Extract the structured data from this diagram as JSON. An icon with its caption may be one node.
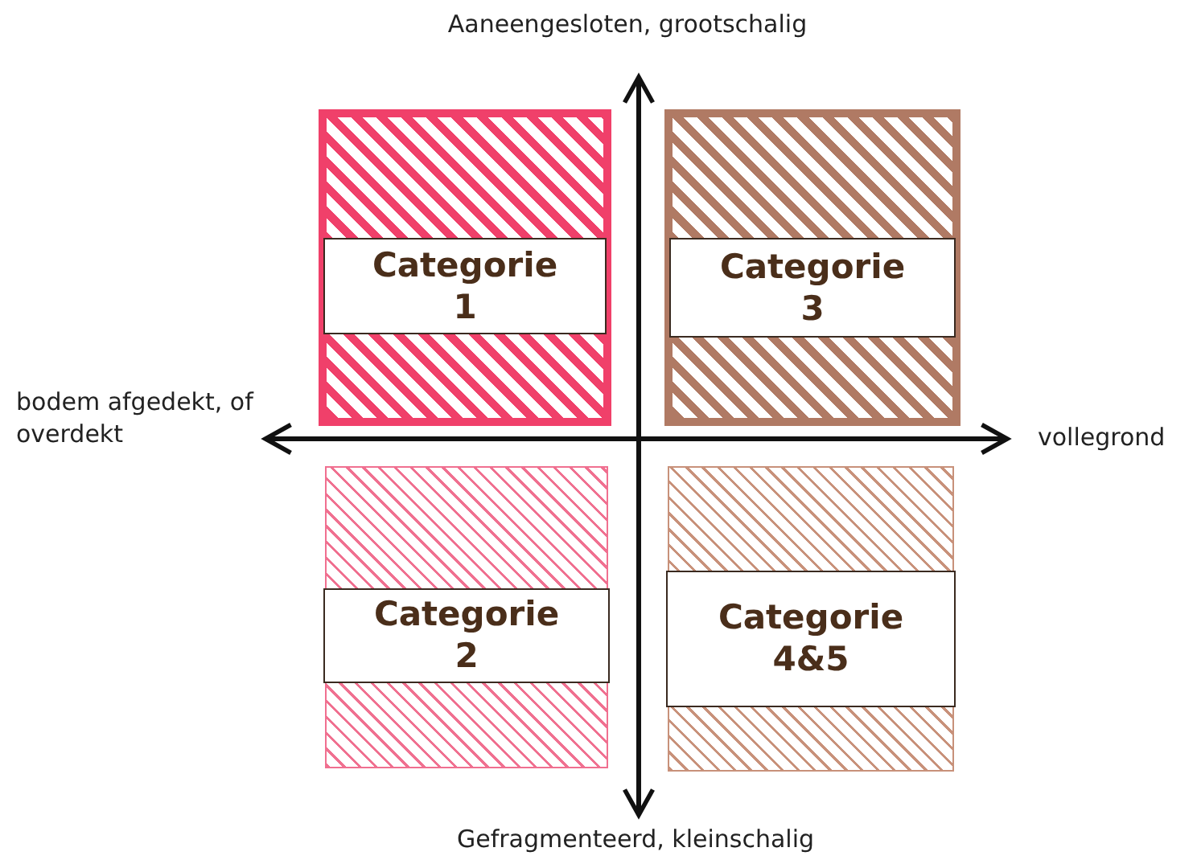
{
  "diagram": {
    "nodes": [
      {
        "text": [
          "Categorie 1"
        ]
      },
      {
        "text": [
          "Categorie 3"
        ]
      },
      {
        "text": [
          "Categorie 2"
        ]
      },
      {
        "text": [
          "Categorie 4&5"
        ]
      }
    ],
    "labels": [
      "Aaneengesloten, grootschalig",
      "bodem afgedekt, of overdekt",
      "vollegrond",
      "Gefragmenteerd, kleinschalig"
    ]
  }
}
